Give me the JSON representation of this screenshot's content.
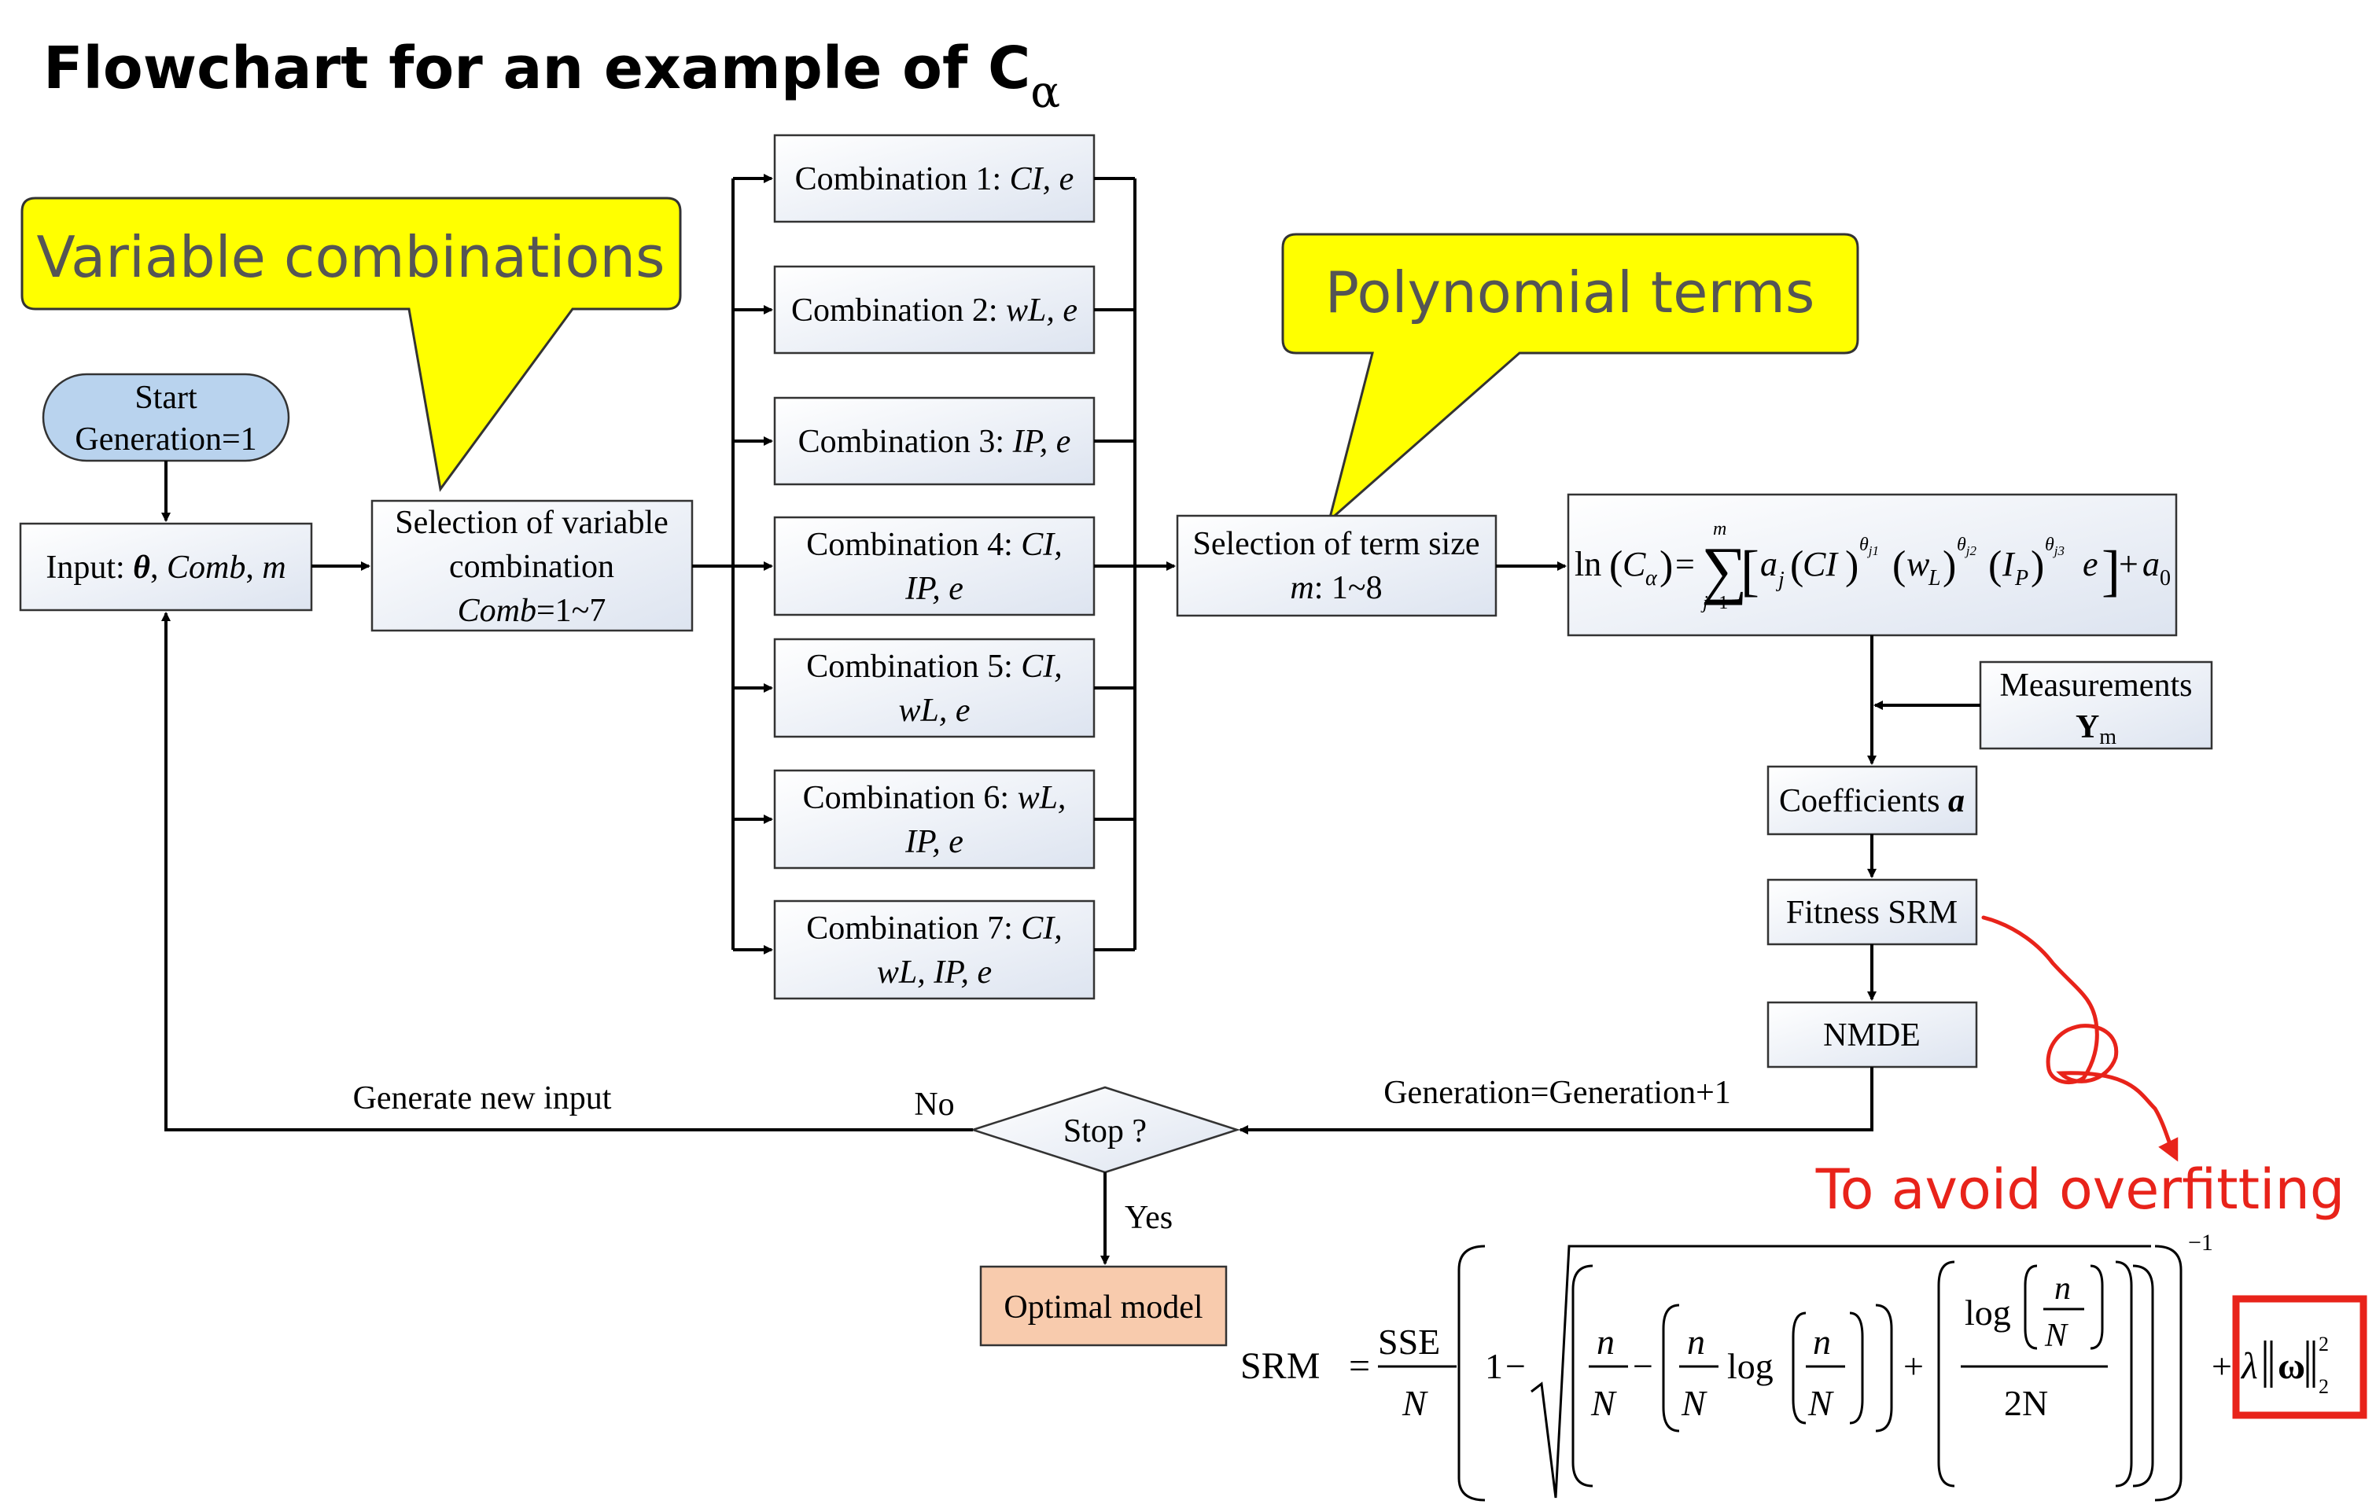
{
  "title": {
    "main": "Flowchart for an example of C",
    "sub": "α"
  },
  "callouts": {
    "variable": "Variable combinations",
    "polynomial": "Polynomial terms"
  },
  "start": {
    "line1": "Start",
    "line2": "Generation=1"
  },
  "input": {
    "label": "Input: ",
    "theta": "θ",
    "sep1": ", ",
    "comb": "Comb",
    "sep2": ", ",
    "m": "m"
  },
  "selection_var": {
    "line1": "Selection of variable",
    "line2": "combination",
    "comb": "Comb",
    "range": "=1~7"
  },
  "combinations": [
    {
      "label": "Combination 1: ",
      "vars": "CI, e"
    },
    {
      "label": "Combination 2: ",
      "vars": "wL, e"
    },
    {
      "label": "Combination 3: ",
      "vars": "IP, e"
    },
    {
      "label": "Combination 4: ",
      "vars": "CI,",
      "line2": "IP, e"
    },
    {
      "label": "Combination 5: ",
      "vars": "CI,",
      "line2": "wL, e"
    },
    {
      "label": "Combination 6: ",
      "vars": "wL,",
      "line2": "IP, e"
    },
    {
      "label": "Combination 7: ",
      "vars": "CI,",
      "line2": "wL, IP, e"
    }
  ],
  "selection_term": {
    "line1": "Selection of term size",
    "m": "m",
    "range": ": 1~8"
  },
  "equation": {
    "ln": "ln",
    "C": "C",
    "alpha": "α",
    "eq": "=",
    "sum": "∑",
    "sum_top": "m",
    "sum_bottom": "j=1",
    "a": "a",
    "j": "j",
    "CI": "CI",
    "wL": "w",
    "L": "L",
    "IP": "I",
    "P": "P",
    "e": "e",
    "theta1": "θ",
    "j1": "j1",
    "theta2": "θ",
    "j2": "j2",
    "theta3": "θ",
    "j3": "j3",
    "plus": "+",
    "a0": "a",
    "zero": "0"
  },
  "measurements": {
    "line1": "Measurements",
    "Y": "Y",
    "m": "m"
  },
  "coefficients": {
    "label": "Coefficients ",
    "a": "a"
  },
  "fitness": "Fitness SRM",
  "nmde": "NMDE",
  "generation_update": "Generation=Generation+1",
  "stop": "Stop ?",
  "no": "No",
  "yes": "Yes",
  "generate_new": "Generate new input",
  "optimal": "Optimal model",
  "avoid": "To avoid overfitting",
  "srm": {
    "lhs": "SRM",
    "eq": "=",
    "sse": "SSE",
    "N": "N",
    "one": "1",
    "minus": "−",
    "n": "n",
    "log": "log",
    "plus": "+",
    "two_n": "2N",
    "exp": "−1",
    "lambda": "λ",
    "omega": "ω",
    "two": "2"
  },
  "colors": {
    "callout_fill": "#ffff00",
    "start_fill": "#b9d3ee",
    "optimal_fill": "#f8cbad",
    "accent_red": "#e8231a"
  }
}
